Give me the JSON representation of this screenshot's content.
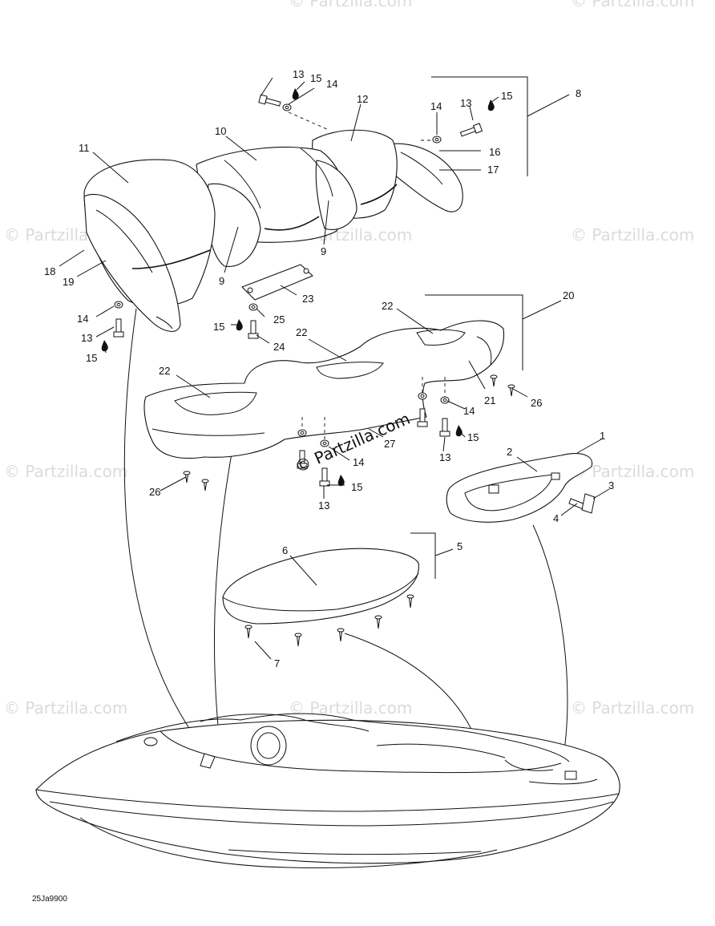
{
  "diagram": {
    "drawing_code": "25Ja9900",
    "watermark": "© Partzilla.com",
    "callouts": [
      "1",
      "2",
      "3",
      "4",
      "5",
      "6",
      "7",
      "8",
      "9",
      "10",
      "11",
      "12",
      "13",
      "14",
      "15",
      "16",
      "17",
      "18",
      "19",
      "20",
      "21",
      "22",
      "23",
      "24",
      "25",
      "26",
      "27"
    ]
  }
}
